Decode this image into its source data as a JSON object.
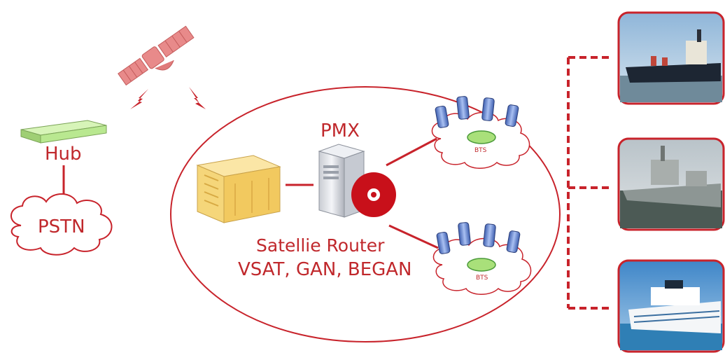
{
  "labels": {
    "hub": "Hub",
    "pstn": "PSTN",
    "pmx": "PMX",
    "router_line1": "Satellie Router",
    "router_line2": "VSAT, GAN, BEGAN",
    "bts_top": "BTS",
    "bts_bottom": "BTS"
  },
  "vessels": [
    "cargo-ship",
    "naval-frigate",
    "cruise-ship"
  ],
  "colors": {
    "accent": "#c8232b",
    "hub_green": "#b9e890",
    "satellite_pink": "#e88a8a",
    "router_yellow": "#f5d67a",
    "phone_blue": "#6f8fd8"
  }
}
